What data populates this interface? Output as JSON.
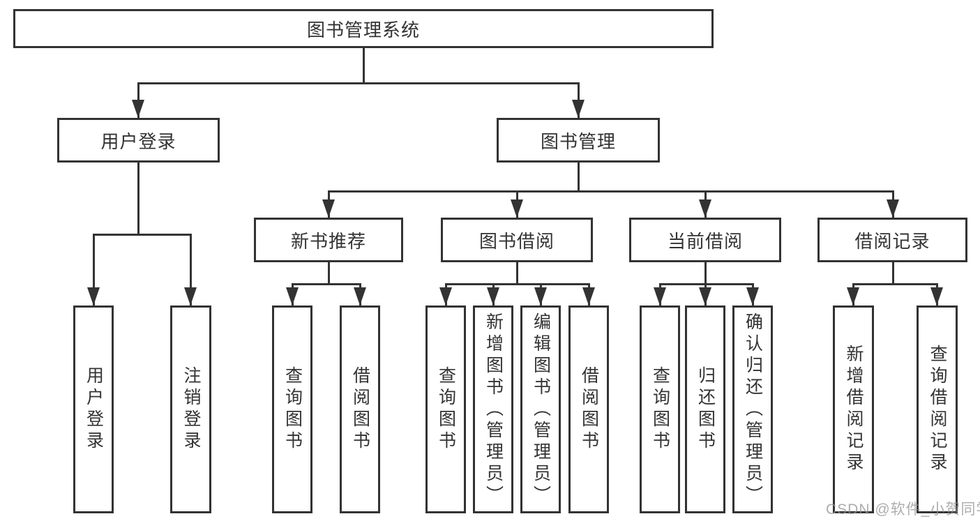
{
  "diagram_title": "图书管理系统",
  "modules": {
    "user_login": {
      "label": "用户登录",
      "children": [
        "用户登录",
        "注销登录"
      ]
    },
    "book_management": {
      "label": "图书管理",
      "sections": {
        "new_book_recommend": {
          "label": "新书推荐",
          "children": [
            "查询图书",
            "借阅图书"
          ]
        },
        "book_borrow": {
          "label": "图书借阅",
          "children": [
            "查询图书",
            "新增图书（管理员）",
            "编辑图书（管理员）",
            "借阅图书"
          ]
        },
        "current_borrow": {
          "label": "当前借阅",
          "children": [
            "查询图书",
            "归还图书",
            "确认归还（管理员）"
          ]
        },
        "borrow_record": {
          "label": "借阅记录",
          "children": [
            "新增借阅记录",
            "查询借阅记录"
          ]
        }
      }
    }
  },
  "colors": {
    "line": "#333333",
    "background": "#ffffff",
    "watermark": "#919191"
  },
  "watermark": "CSDN @软件_小贺同学"
}
